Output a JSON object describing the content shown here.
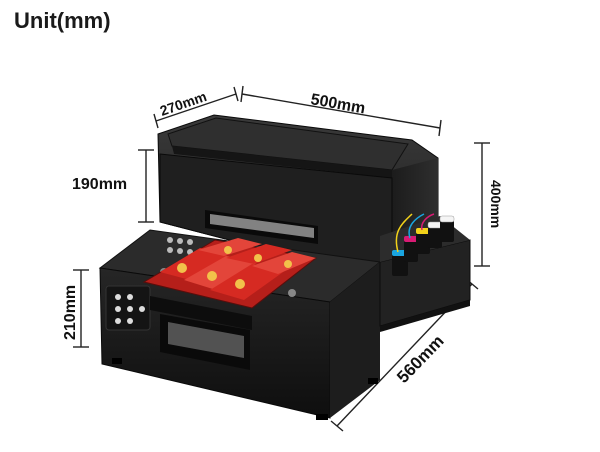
{
  "title": "Unit(mm)",
  "dimensions": {
    "depth_top": "270mm",
    "width_top": "500mm",
    "opening_height": "190mm",
    "total_height": "400mm",
    "front_height": "210mm",
    "total_depth": "560mm"
  },
  "colors": {
    "body": "#1b1b1b",
    "body_light": "#2c2c2c",
    "tray_print": "#d62a22",
    "ink_cyan": "#1aa5e0",
    "ink_magenta": "#d81b74",
    "ink_yellow": "#f2d21a",
    "ink_black": "#111111",
    "ink_white": "#f5f5f5"
  }
}
